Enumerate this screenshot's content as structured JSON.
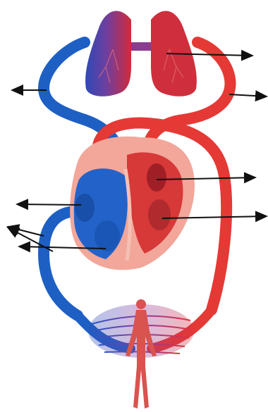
{
  "diagram": {
    "title": "",
    "label_arrows": [
      {
        "id": "left-lung-vein-arrow",
        "side": "right",
        "label": ""
      },
      {
        "id": "aorta-arch-arrow",
        "side": "right",
        "label": ""
      },
      {
        "id": "left-atrium-arrow",
        "side": "right",
        "label": ""
      },
      {
        "id": "left-ventricle-arrow",
        "side": "right",
        "label": ""
      },
      {
        "id": "pulmonary-artery-arrow",
        "side": "left",
        "label": ""
      },
      {
        "id": "right-atrium-arrow",
        "side": "left",
        "label": ""
      },
      {
        "id": "vena-cava-arrow",
        "side": "left",
        "label": ""
      },
      {
        "id": "right-ventricle-arrow",
        "side": "left",
        "label": ""
      }
    ],
    "colors": {
      "oxygenated": "#e53935",
      "deoxygenated": "#1e5fc4",
      "lung_left": "#3a4fb8",
      "lung_right": "#c62a3a",
      "heart_outer": "#f2a79a",
      "body_figure": "#d9534f",
      "arrow": "#111111"
    }
  }
}
